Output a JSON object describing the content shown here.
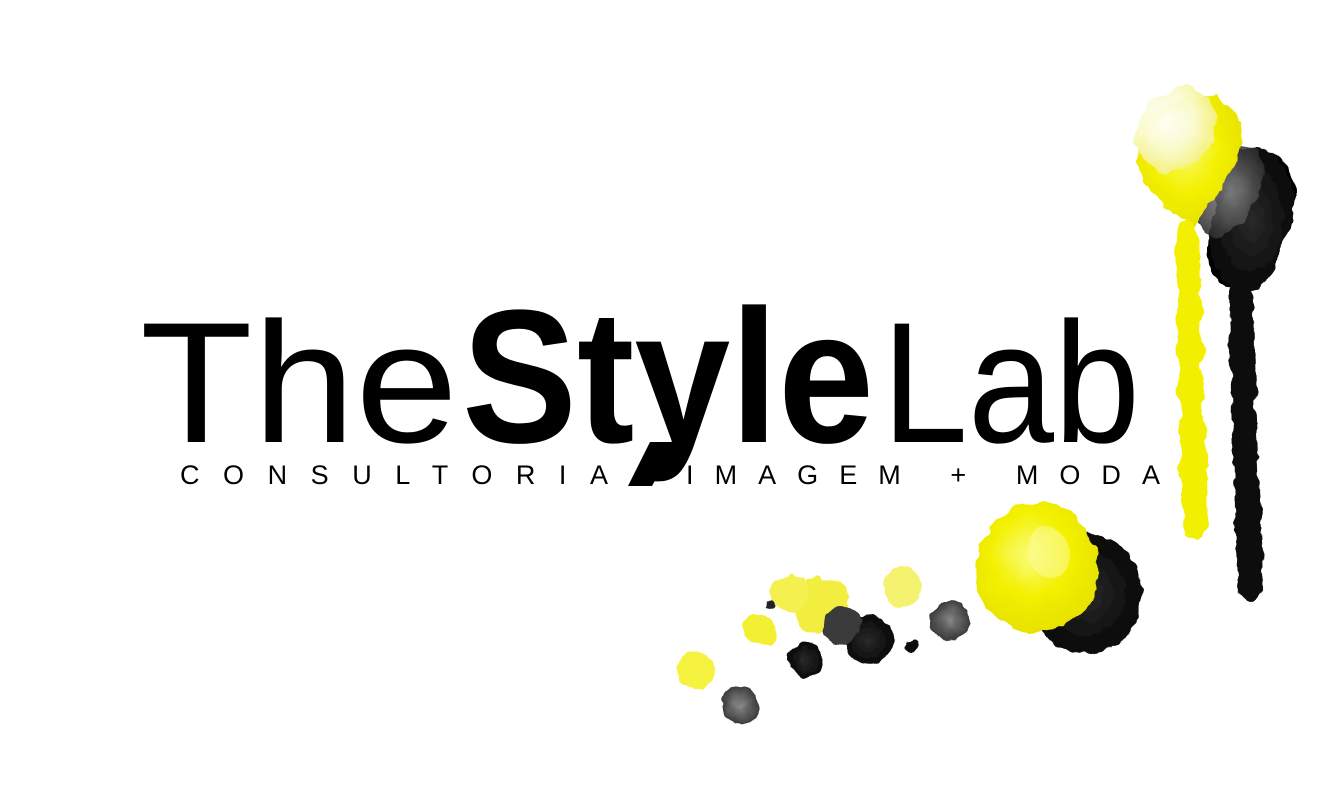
{
  "logo": {
    "word_light_1": "The",
    "word_bold": "Style",
    "word_light_2": "Lab",
    "tagline_left": "CONSULTORIA",
    "tagline_right": "IMAGEM + MODA"
  },
  "colors": {
    "ink": "#000000",
    "accent_yellow": "#f5f200",
    "background": "#ffffff"
  }
}
